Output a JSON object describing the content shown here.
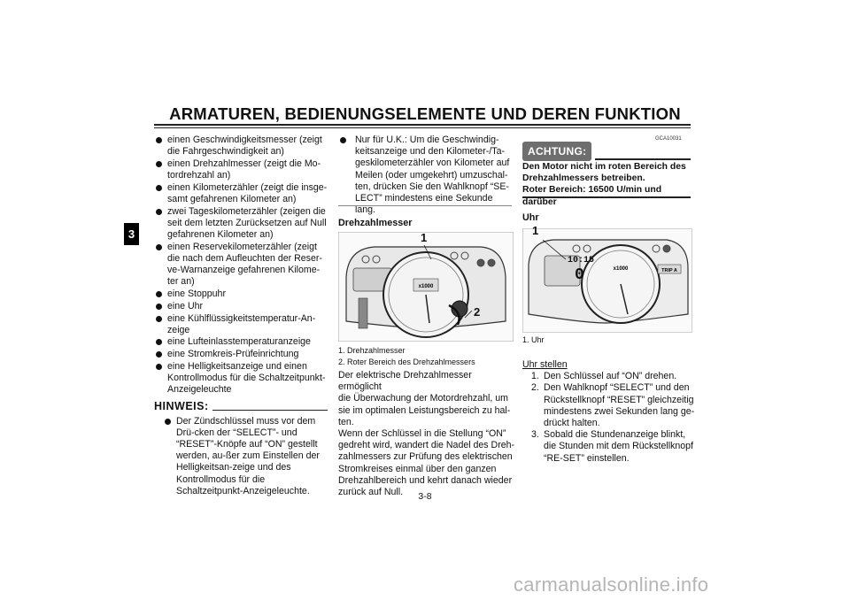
{
  "header": {
    "title": "ARMATUREN, BEDIENUNGSELEMENTE UND DEREN FUNKTION"
  },
  "chapter_tab": "3",
  "left_column": {
    "bullets": [
      "einen Geschwindigkeitsmesser (zeigt die Fahrgeschwindigkeit an)",
      "einen Drehzahlmesser (zeigt die Mo-tordrehzahl an)",
      "einen Kilometerzähler (zeigt die insge-samt gefahrenen Kilometer an)",
      "zwei Tageskilometerzähler (zeigen die seit dem letzten Zurücksetzen auf Null gefahrenen Kilometer an)",
      "einen Reservekilometerzähler (zeigt die nach dem Aufleuchten der Reser-ve-Warnanzeige gefahrenen Kilome-ter an)",
      "eine Stoppuhr",
      "eine Uhr",
      "eine Kühlflüssigkeitstemperatur-An-zeige",
      "eine Lufteinlasstemperaturanzeige",
      "eine Stromkreis-Prüfeinrichtung",
      "eine Helligkeitsanzeige und einen Kontrollmodus für die Schaltzeitpunkt-Anzeigeleuchte"
    ],
    "hinweis_label": "HINWEIS:",
    "hinweis_bullets": [
      "Der Zündschlüssel muss vor dem Drü-cken der “SELECT”- und “RESET”-Knöpfe auf “ON” gestellt werden, au-ßer zum Einstellen der Helligkeitsan-zeige und des Kontrollmodus für die Schaltzeitpunkt-Anzeigeleuchte."
    ]
  },
  "middle_column": {
    "bullets": [
      "Nur für U.K.: Um die Geschwindig-keitsanzeige und den Kilometer-/Ta-geskilometerzähler von Kilometer auf Meilen (oder umgekehrt) umzuschal-ten, drücken Sie den Wahlknopf “SE-LECT” mindestens eine Sekunde lang."
    ],
    "section_heading": "Drehzahlmesser",
    "figure_callouts": [
      "1",
      "2"
    ],
    "captions": [
      "1.  Drehzahlmesser",
      "2.  Roter Bereich des Drehzahlmessers"
    ],
    "body_lines": [
      "Der elektrische Drehzahlmesser ermöglicht",
      "die Überwachung der Motordrehzahl, um",
      "sie im optimalen Leistungsbereich zu hal-",
      "ten.",
      "Wenn der Schlüssel in die Stellung “ON”",
      "gedreht wird, wandert die Nadel des Dreh-",
      "zahlmessers zur Prüfung des elektrischen",
      "Stromkreises einmal über den ganzen",
      "Drehzahlbereich und kehrt danach wieder",
      "zurück auf Null."
    ]
  },
  "right_column": {
    "warning_code": "GCA10031",
    "warning_label": "ACHTUNG:",
    "warning_lines": [
      "Den Motor nicht im roten Bereich des",
      "Drehzahlmessers betreiben.",
      "Roter Bereich: 16500 U/min und darüber"
    ],
    "section_heading": "Uhr",
    "figure_callout": "1",
    "caption": "1.  Uhr",
    "procedure_title": "Uhr stellen",
    "steps": [
      {
        "n": "1.",
        "text": "Den Schlüssel auf “ON” drehen."
      },
      {
        "n": "2.",
        "text": "Den Wahlknopf “SELECT” und den Rückstellknopf “RESET” gleichzeitig mindestens zwei Sekunden lang ge-drückt halten."
      },
      {
        "n": "3.",
        "text": "Sobald die Stundenanzeige blinkt, die Stunden mit dem Rückstellknopf “RE-SET” einstellen."
      }
    ]
  },
  "dash_display": {
    "clock": "10:15",
    "gear": "0",
    "tacho_label": "x1000",
    "trip": "TRIP A"
  },
  "footer": {
    "page_number": "3-8",
    "watermark": "carmanualsonline.info"
  }
}
